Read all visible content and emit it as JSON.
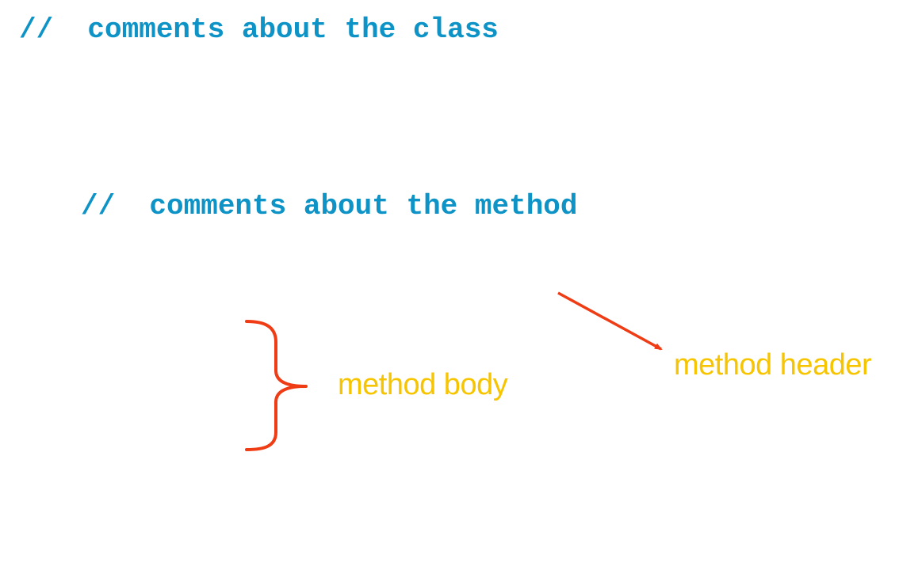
{
  "code": {
    "class_comment": "//  comments about the class",
    "method_comment": "//  comments about the method"
  },
  "annotations": {
    "method_body_label": "method body",
    "method_header_label": "method header"
  },
  "colors": {
    "code_comment": "#0e93c7",
    "annotation_text": "#f7c400",
    "annotation_marks": "#f03c14",
    "background": "#ffffff"
  }
}
